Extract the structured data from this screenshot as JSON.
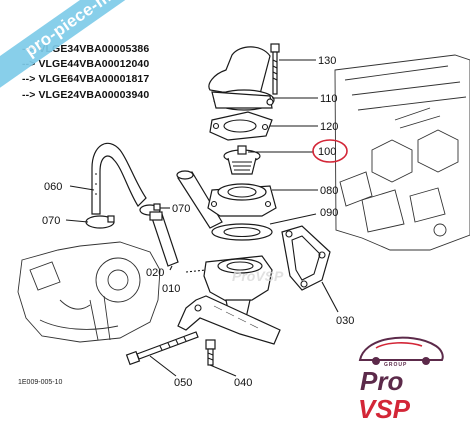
{
  "serial_list": [
    "--> VLGE34VBA00005386",
    "--> VLGE44VBA00012040",
    "--> VLGE64VBA00001817",
    "--> VLGE24VBA00003940"
  ],
  "part_labels": {
    "p010": "010",
    "p020": "020",
    "p030": "030",
    "p040": "040",
    "p050": "050",
    "p060": "060",
    "p070a": "070",
    "p070b": "070",
    "p080": "080",
    "p090": "090",
    "p100": "100",
    "p110": "110",
    "p120": "120",
    "p130": "130"
  },
  "drawing_code": "1E009-005-10",
  "watermark": {
    "ribbon_text": "pro-piece-moteur.com",
    "faint_text": "ProVSP"
  },
  "logo": {
    "line1": "Pro",
    "line2": "VSP",
    "group_text": "GROUP"
  },
  "colors": {
    "ribbon": "#7ecbe9",
    "logo_primary": "#5c2a4a",
    "logo_accent": "#d32637",
    "highlight_circle": "#d32637"
  }
}
